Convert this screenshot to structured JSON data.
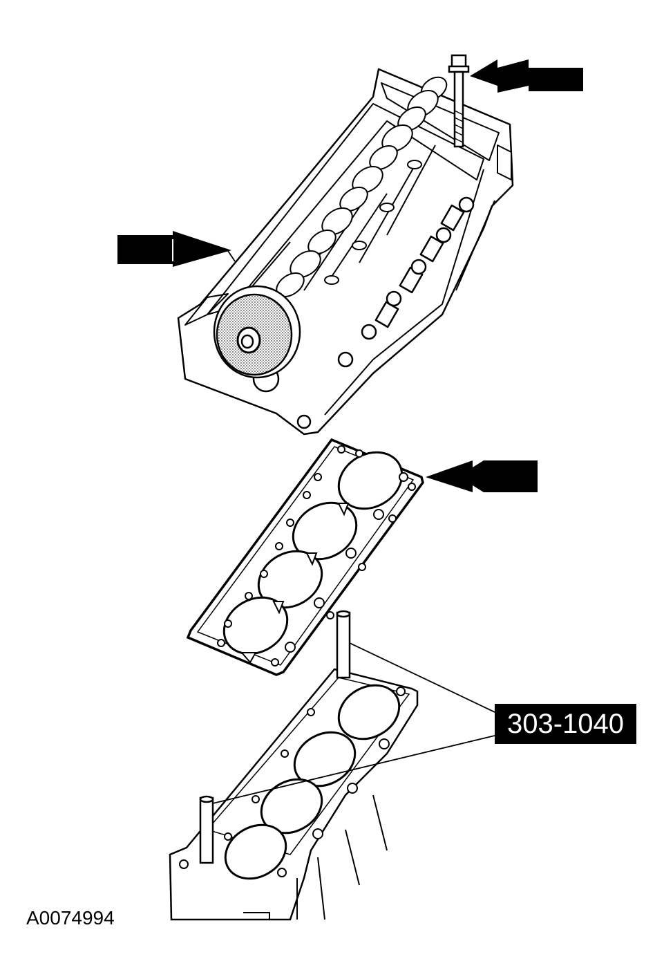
{
  "figure": {
    "tool_number": "303-1040",
    "figure_id": "A0074994"
  },
  "parts": [
    {
      "name": "cylinder-head"
    },
    {
      "name": "head-bolt"
    },
    {
      "name": "head-gasket"
    },
    {
      "name": "cylinder-block"
    },
    {
      "name": "alignment-pins"
    }
  ],
  "colors": {
    "line": "#000000",
    "background": "#ffffff",
    "label_fill": "#000000",
    "label_text": "#ffffff"
  }
}
